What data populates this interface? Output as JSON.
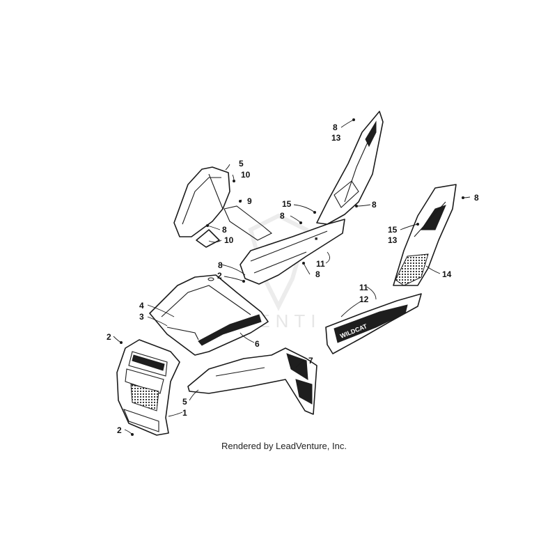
{
  "footer_text": "Rendered by LeadVenture, Inc.",
  "watermark_text": "LEADVENTI",
  "callouts": [
    {
      "id": "c1",
      "text": "1"
    },
    {
      "id": "c2a",
      "text": "2"
    },
    {
      "id": "c2b",
      "text": "2"
    },
    {
      "id": "c2c",
      "text": "2"
    },
    {
      "id": "c3",
      "text": "3"
    },
    {
      "id": "c4",
      "text": "4"
    },
    {
      "id": "c5a",
      "text": "5"
    },
    {
      "id": "c5b",
      "text": "5"
    },
    {
      "id": "c6",
      "text": "6"
    },
    {
      "id": "c7",
      "text": "7"
    },
    {
      "id": "c8a",
      "text": "8"
    },
    {
      "id": "c8b",
      "text": "8"
    },
    {
      "id": "c8c",
      "text": "8"
    },
    {
      "id": "c8d",
      "text": "8"
    },
    {
      "id": "c8e",
      "text": "8"
    },
    {
      "id": "c8f",
      "text": "8"
    },
    {
      "id": "c8g",
      "text": "8"
    },
    {
      "id": "c9",
      "text": "9"
    },
    {
      "id": "c10a",
      "text": "10"
    },
    {
      "id": "c10b",
      "text": "10"
    },
    {
      "id": "c11a",
      "text": "11"
    },
    {
      "id": "c11b",
      "text": "11"
    },
    {
      "id": "c12",
      "text": "12"
    },
    {
      "id": "c13a",
      "text": "13"
    },
    {
      "id": "c13b",
      "text": "13"
    },
    {
      "id": "c14",
      "text": "14"
    },
    {
      "id": "c15a",
      "text": "15"
    },
    {
      "id": "c15b",
      "text": "15"
    }
  ]
}
